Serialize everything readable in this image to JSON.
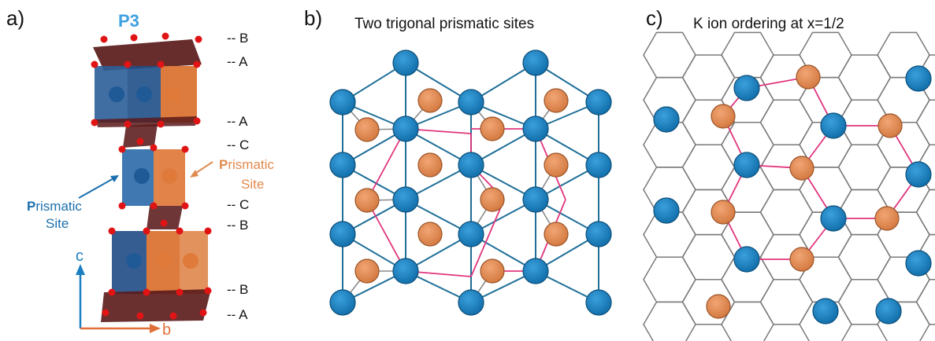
{
  "panel_a": {
    "letter": "a)",
    "title": "P3",
    "stacking_labels": [
      "-- B",
      "-- A",
      "-- A",
      "-- C",
      "-- C",
      "-- B",
      "-- B",
      "-- A"
    ],
    "prismatic_left": {
      "bold": "P",
      "rest": "rismatic",
      "line2": "Site"
    },
    "prismatic_right": {
      "bold": "P",
      "rest": "rismatic",
      "line2": "Site"
    },
    "axis_c": "c",
    "axis_b": "b"
  },
  "panel_b": {
    "letter": "b)",
    "title": "Two trigonal prismatic sites"
  },
  "panel_c": {
    "letter": "c)",
    "title": "K ion ordering at x=1/2"
  },
  "colors": {
    "blue": "#1b7fc1",
    "orange": "#e08a4f",
    "pink": "#e0357d",
    "brown": "#5a1a1a",
    "oxygen": "#e01414",
    "line_blue": "#1f6f98",
    "title_blue": "#3fa0e0"
  }
}
